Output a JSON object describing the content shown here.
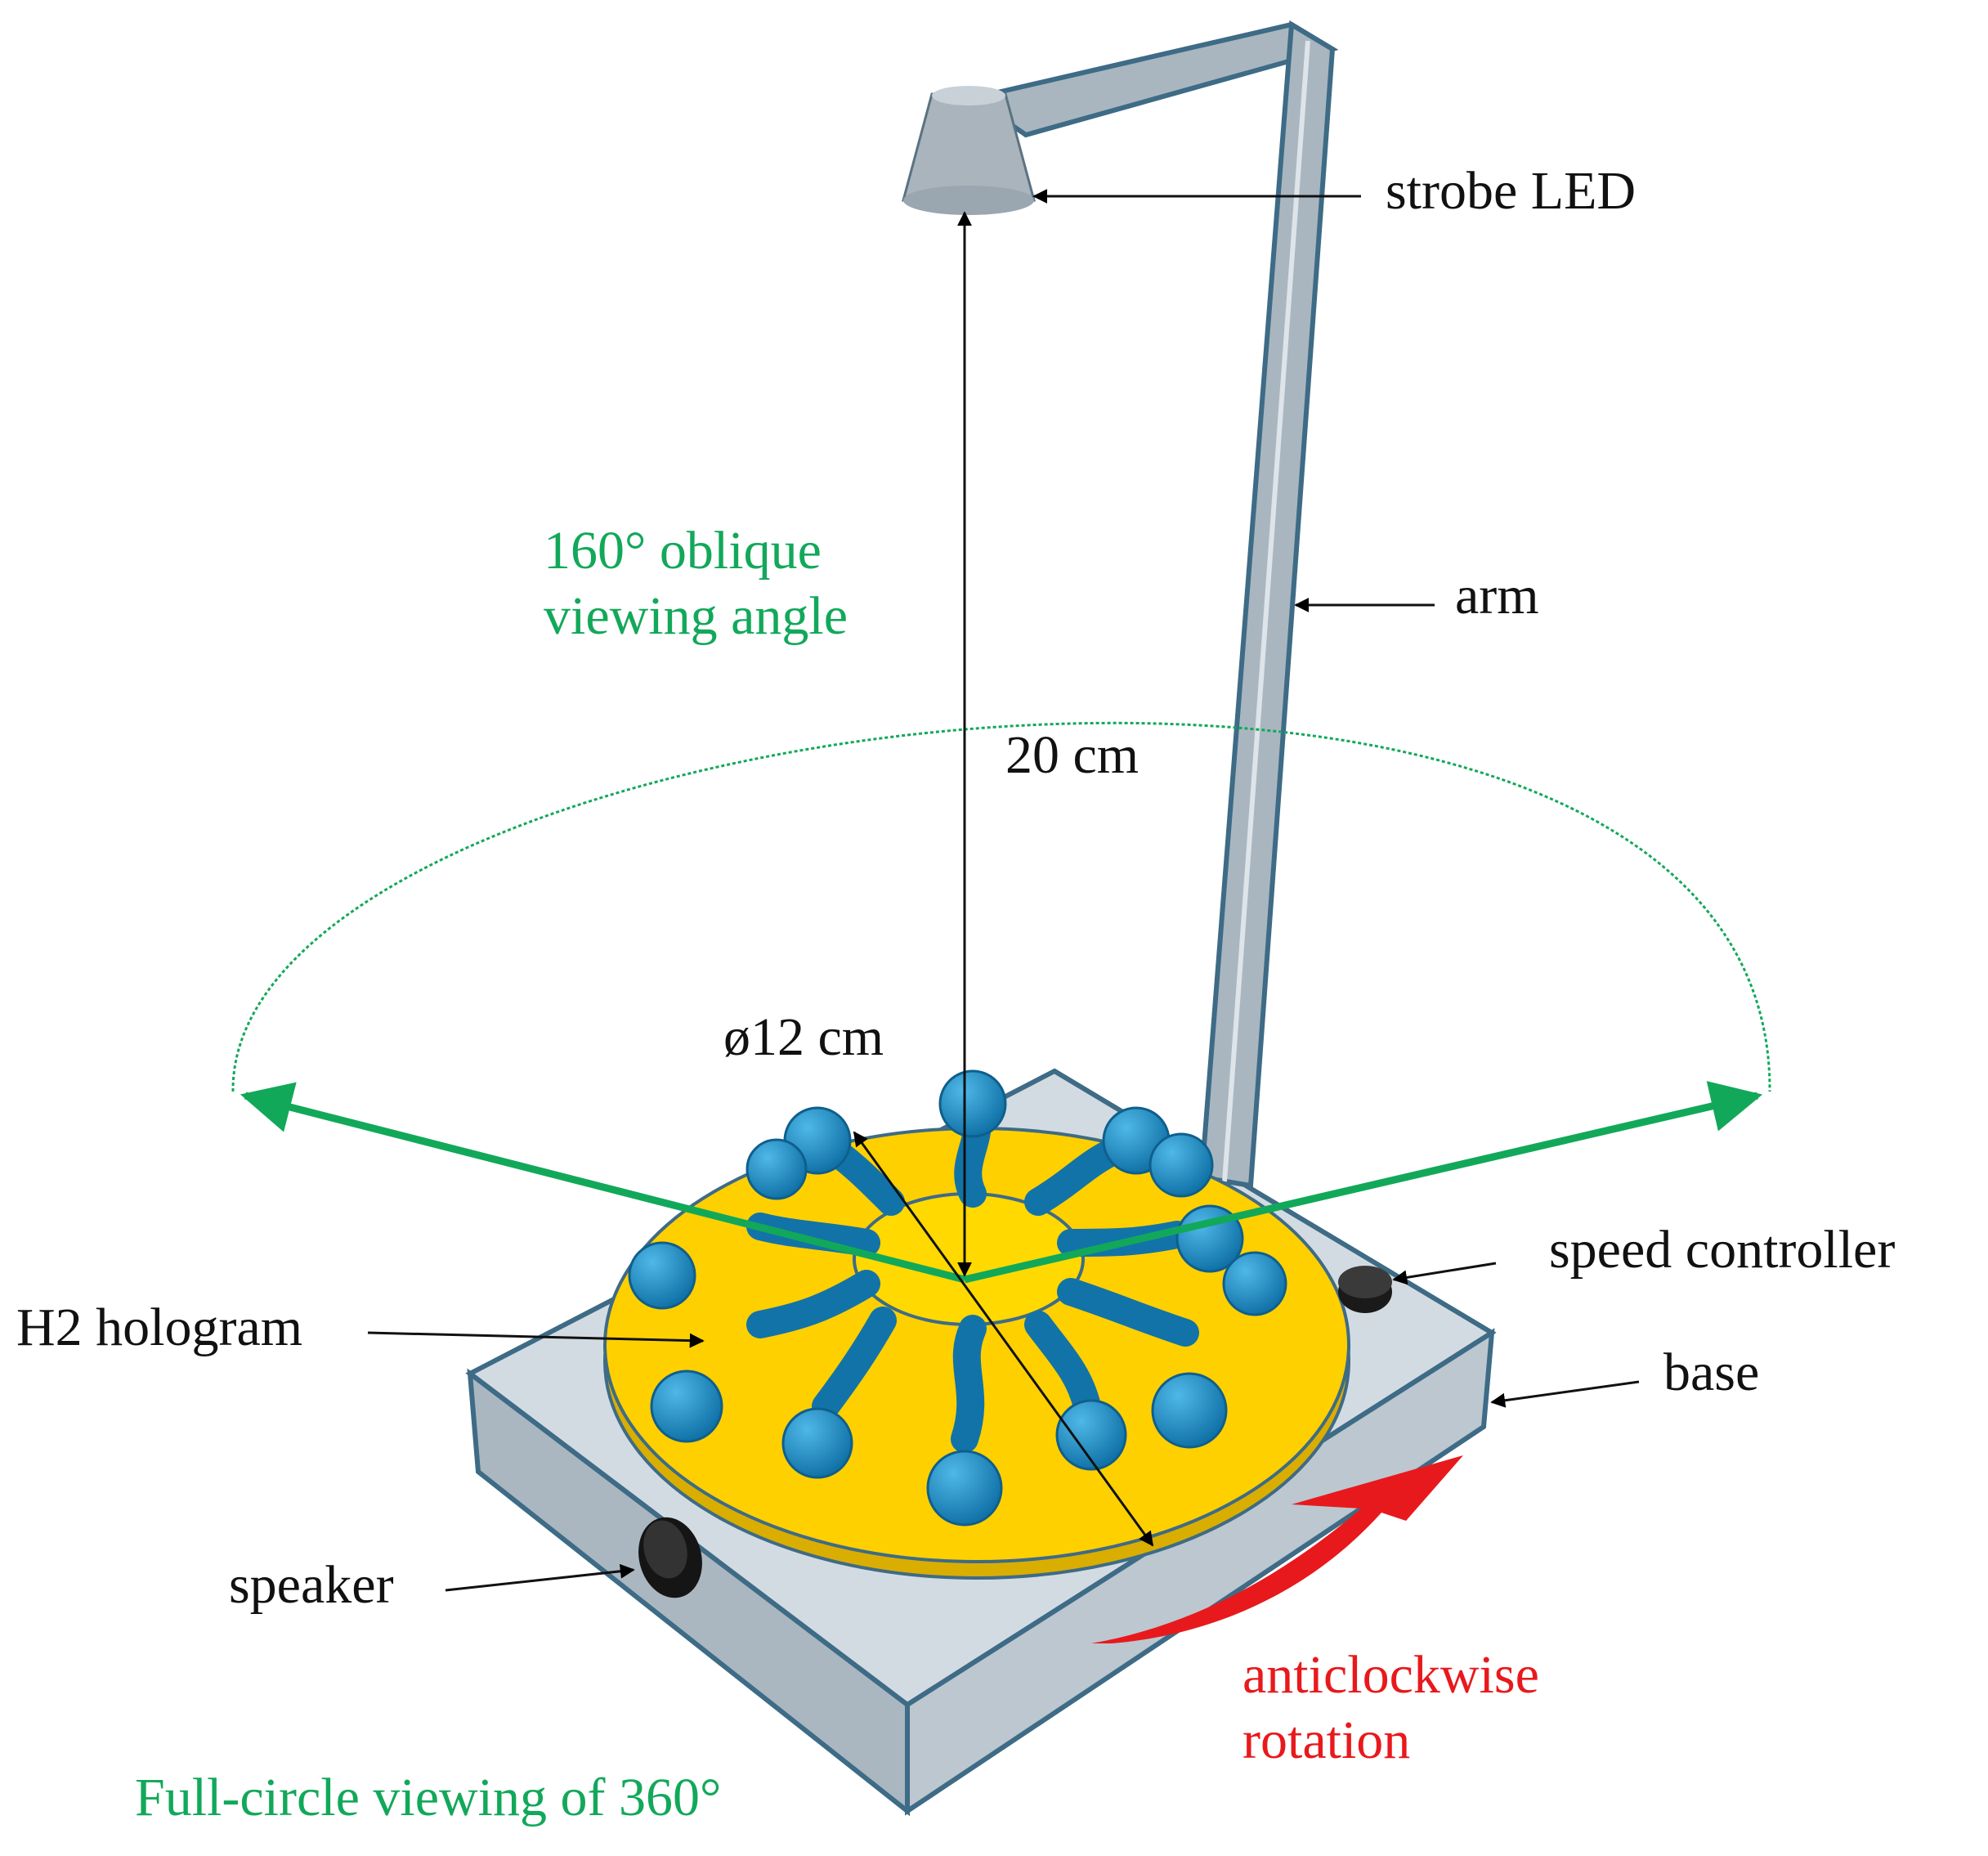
{
  "labels": {
    "strobe_led": "strobe LED",
    "arm": "arm",
    "height": "20 cm",
    "diameter": "ø12 cm",
    "viewing_angle_line1": "160° oblique",
    "viewing_angle_line2": "viewing angle",
    "speed_controller": "speed controller",
    "h2_hologram": "H2 hologram",
    "base": "base",
    "speaker": "speaker",
    "rotation_line1": "anticlockwise",
    "rotation_line2": "rotation",
    "full_circle": "Full-circle viewing of 360°"
  },
  "colors": {
    "green_annotation": "#12a85a",
    "red_annotation": "#e8191c",
    "disc_yellow": "#ffd000",
    "molecule_blue": "#1f8fc8",
    "base_grey": "#b9c5cf",
    "outline": "#3e6b86"
  }
}
